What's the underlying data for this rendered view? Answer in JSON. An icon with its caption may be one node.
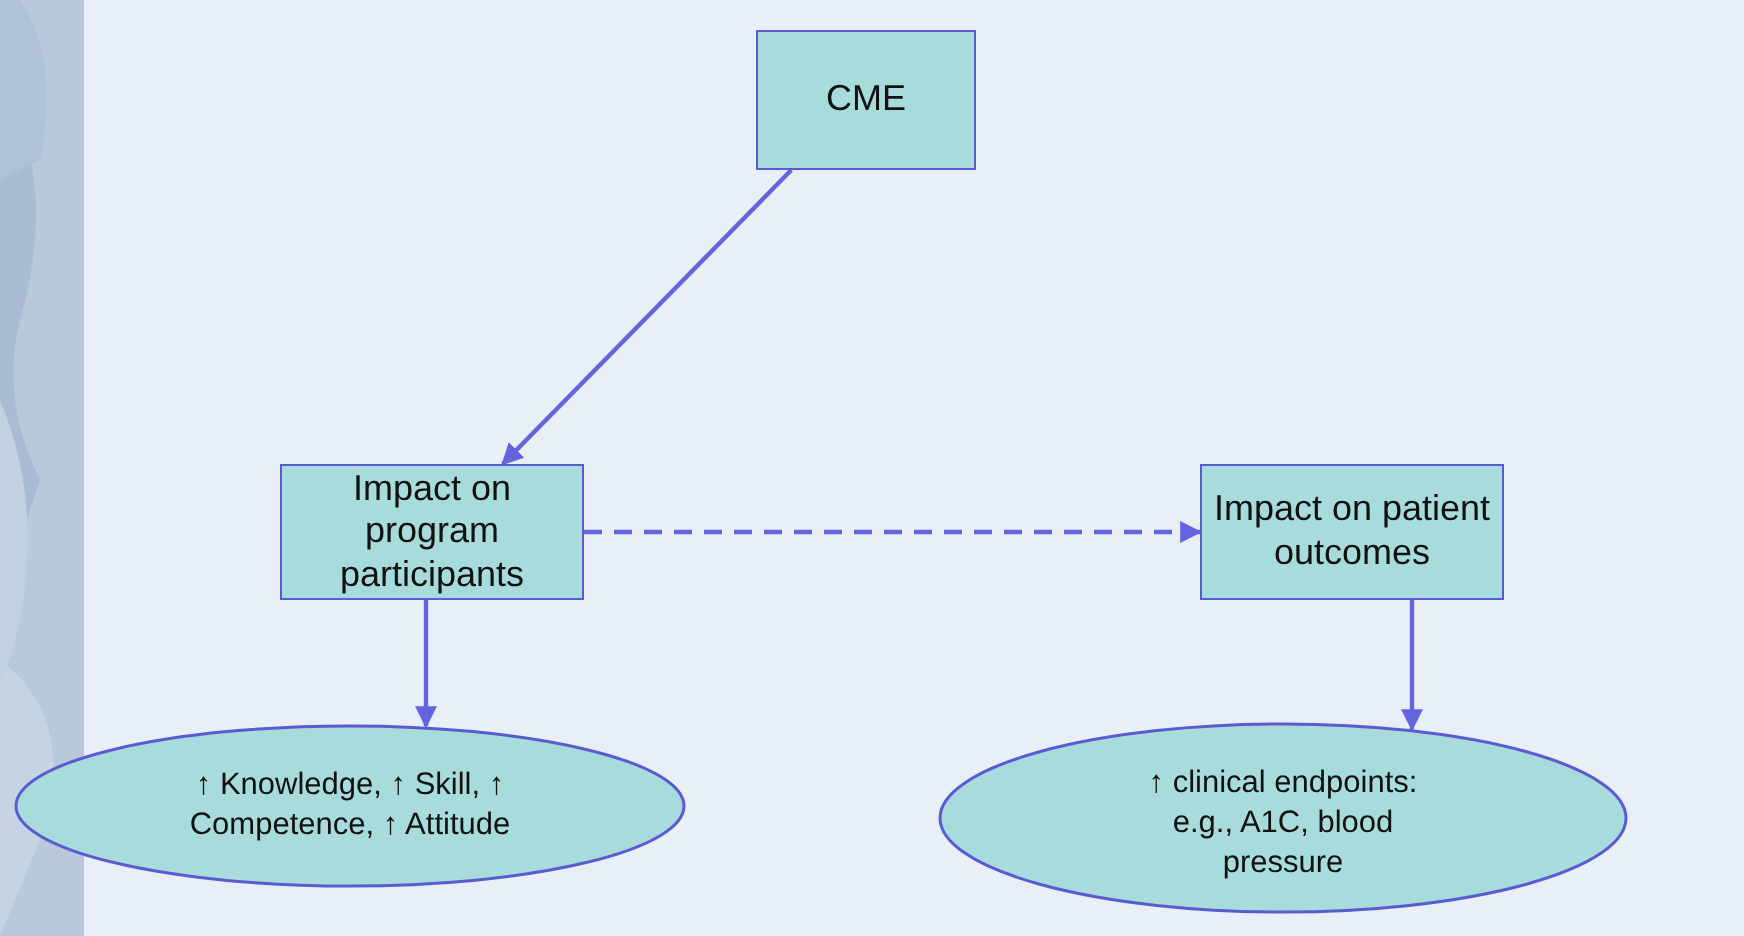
{
  "diagram": {
    "nodes": [
      {
        "text": [
          "CME"
        ]
      },
      {
        "text": [
          "Impact on program participants"
        ]
      },
      {
        "text": [
          "Impact on patient outcomes"
        ]
      },
      {
        "text": [
          "↑ Knowledge, ↑ Skill, ↑ Competence, ↑  Attitude"
        ]
      },
      {
        "text": [
          "↑ clinical endpoints: e.g., A1C, blood pressure"
        ]
      }
    ],
    "edges": [
      {
        "from": 0,
        "to": 1,
        "arrow": "to"
      },
      {
        "from": 1,
        "to": 2,
        "arrow": "to",
        "style": "dashed"
      },
      {
        "from": 1,
        "to": 3,
        "arrow": "to"
      },
      {
        "from": 2,
        "to": 4,
        "arrow": "to"
      }
    ]
  }
}
